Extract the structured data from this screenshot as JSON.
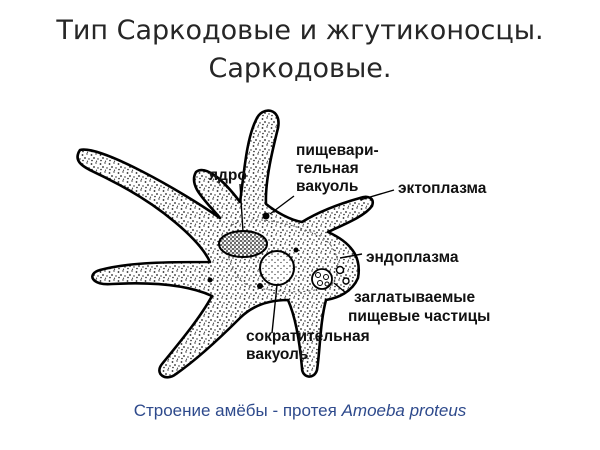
{
  "slide": {
    "title_line1": "Тип Саркодовые и жгутиконосцы.",
    "title_line2": "Саркодовые."
  },
  "diagram": {
    "labels": {
      "nucleus": "ядро",
      "food_vacuole_1": "пищевари-",
      "food_vacuole_2": "тельная",
      "food_vacuole_3": "вакуоль",
      "ectoplasm": "эктоплазма",
      "endoplasm": "эндоплазма",
      "particles_1": "заглатываемые",
      "particles_2": "пищевые частицы",
      "contractile_1": "сократительная",
      "contractile_2": "вакуоль"
    }
  },
  "caption": {
    "prefix": "Строение амёбы - протея ",
    "species": "Amoeba proteus"
  },
  "colors": {
    "title": "#262626",
    "caption": "#2e4a8c",
    "outline": "#000000"
  }
}
